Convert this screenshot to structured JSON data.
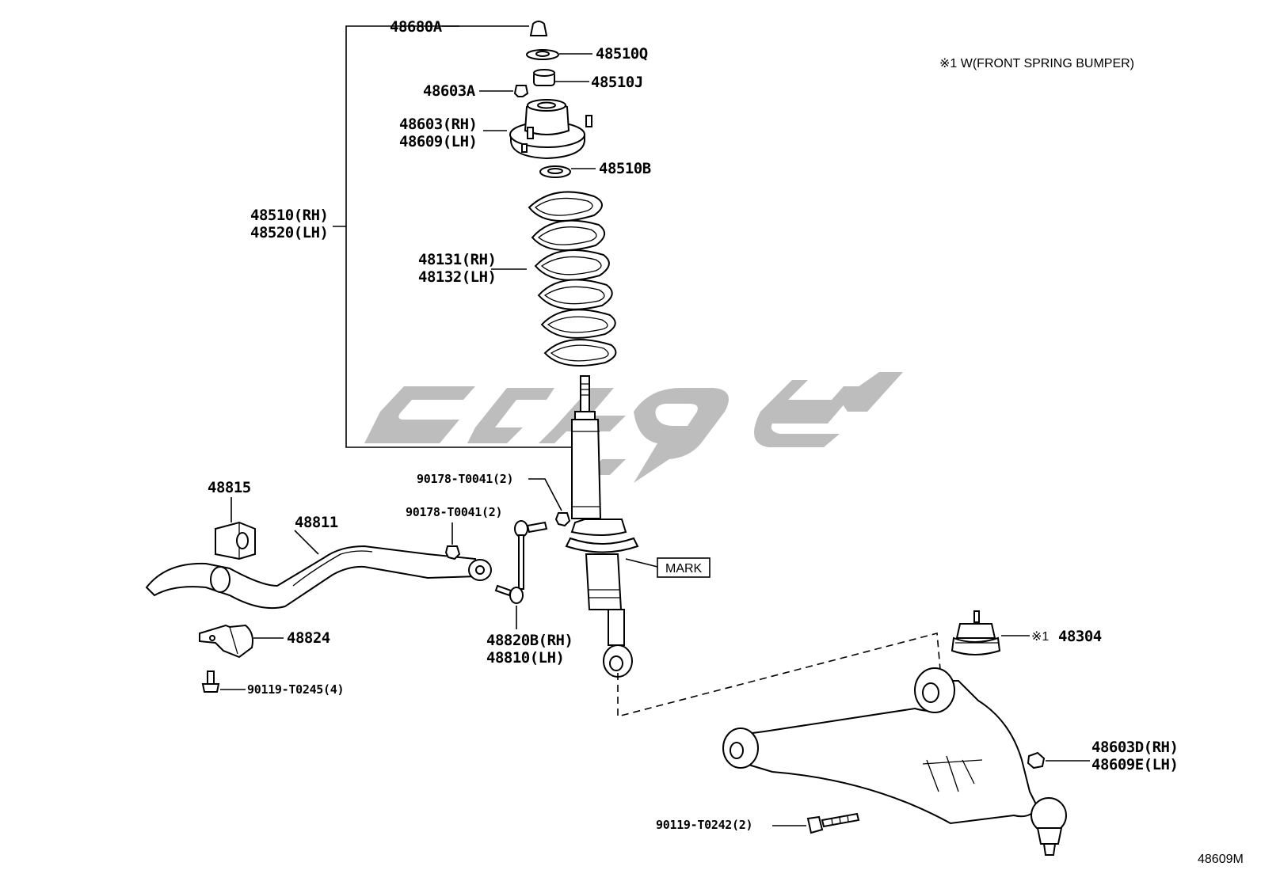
{
  "labels": {
    "l48680A": "48680A",
    "l48510Q": "48510Q",
    "l48510J": "48510J",
    "l48603A": "48603A",
    "l48603RH": "48603(RH)",
    "l48609LH": "48609(LH)",
    "l48510B": "48510B",
    "l48510RH": "48510(RH)",
    "l48520LH": "48520(LH)",
    "l48131RH": "48131(RH)",
    "l48132LH": "48132(LH)",
    "l90178a": "90178-T0041(2)",
    "l90178b": "90178-T0041(2)",
    "l48815": "48815",
    "l48811": "48811",
    "l48824": "48824",
    "l90119a": "90119-T0245(4)",
    "l48820B": "48820B(RH)",
    "l48810": "48810(LH)",
    "mark": "MARK",
    "l48304": "48304",
    "l48304sym": "※1",
    "l48603D": "48603D(RH)",
    "l48609E": "48609E(LH)",
    "l90119b": "90119-T0242(2)"
  },
  "note": "※1 W(FRONT SPRING BUMPER)",
  "diagram_id": "48609M",
  "colors": {
    "ink": "#000000",
    "watermark": "#bdbdbd",
    "background": "#ffffff"
  }
}
